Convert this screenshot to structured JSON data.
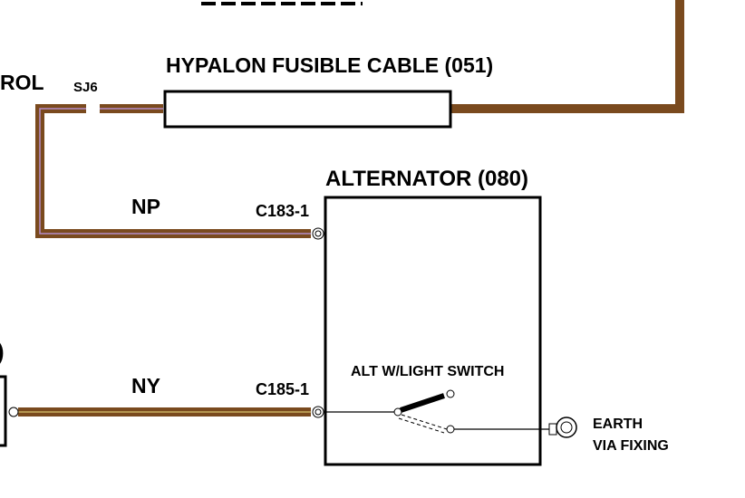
{
  "labels": {
    "cable": "HYPALON FUSIBLE CABLE (051)",
    "left_cut": "ROL",
    "splice": "SJ6",
    "alternator": "ALTERNATOR (080)",
    "wire_np": "NP",
    "wire_ny": "NY",
    "pin_c183": "C183-1",
    "pin_c185": "C185-1",
    "switch": "ALT W/LIGHT SWITCH",
    "earth_line1": "EARTH",
    "earth_line2": "VIA FIXING",
    "left_partial": ")"
  },
  "colors": {
    "wire_brown": "#7a4a1e",
    "wire_pink": "#b48cc8",
    "wire_yellow": "#c8b060",
    "ink": "#000000"
  }
}
